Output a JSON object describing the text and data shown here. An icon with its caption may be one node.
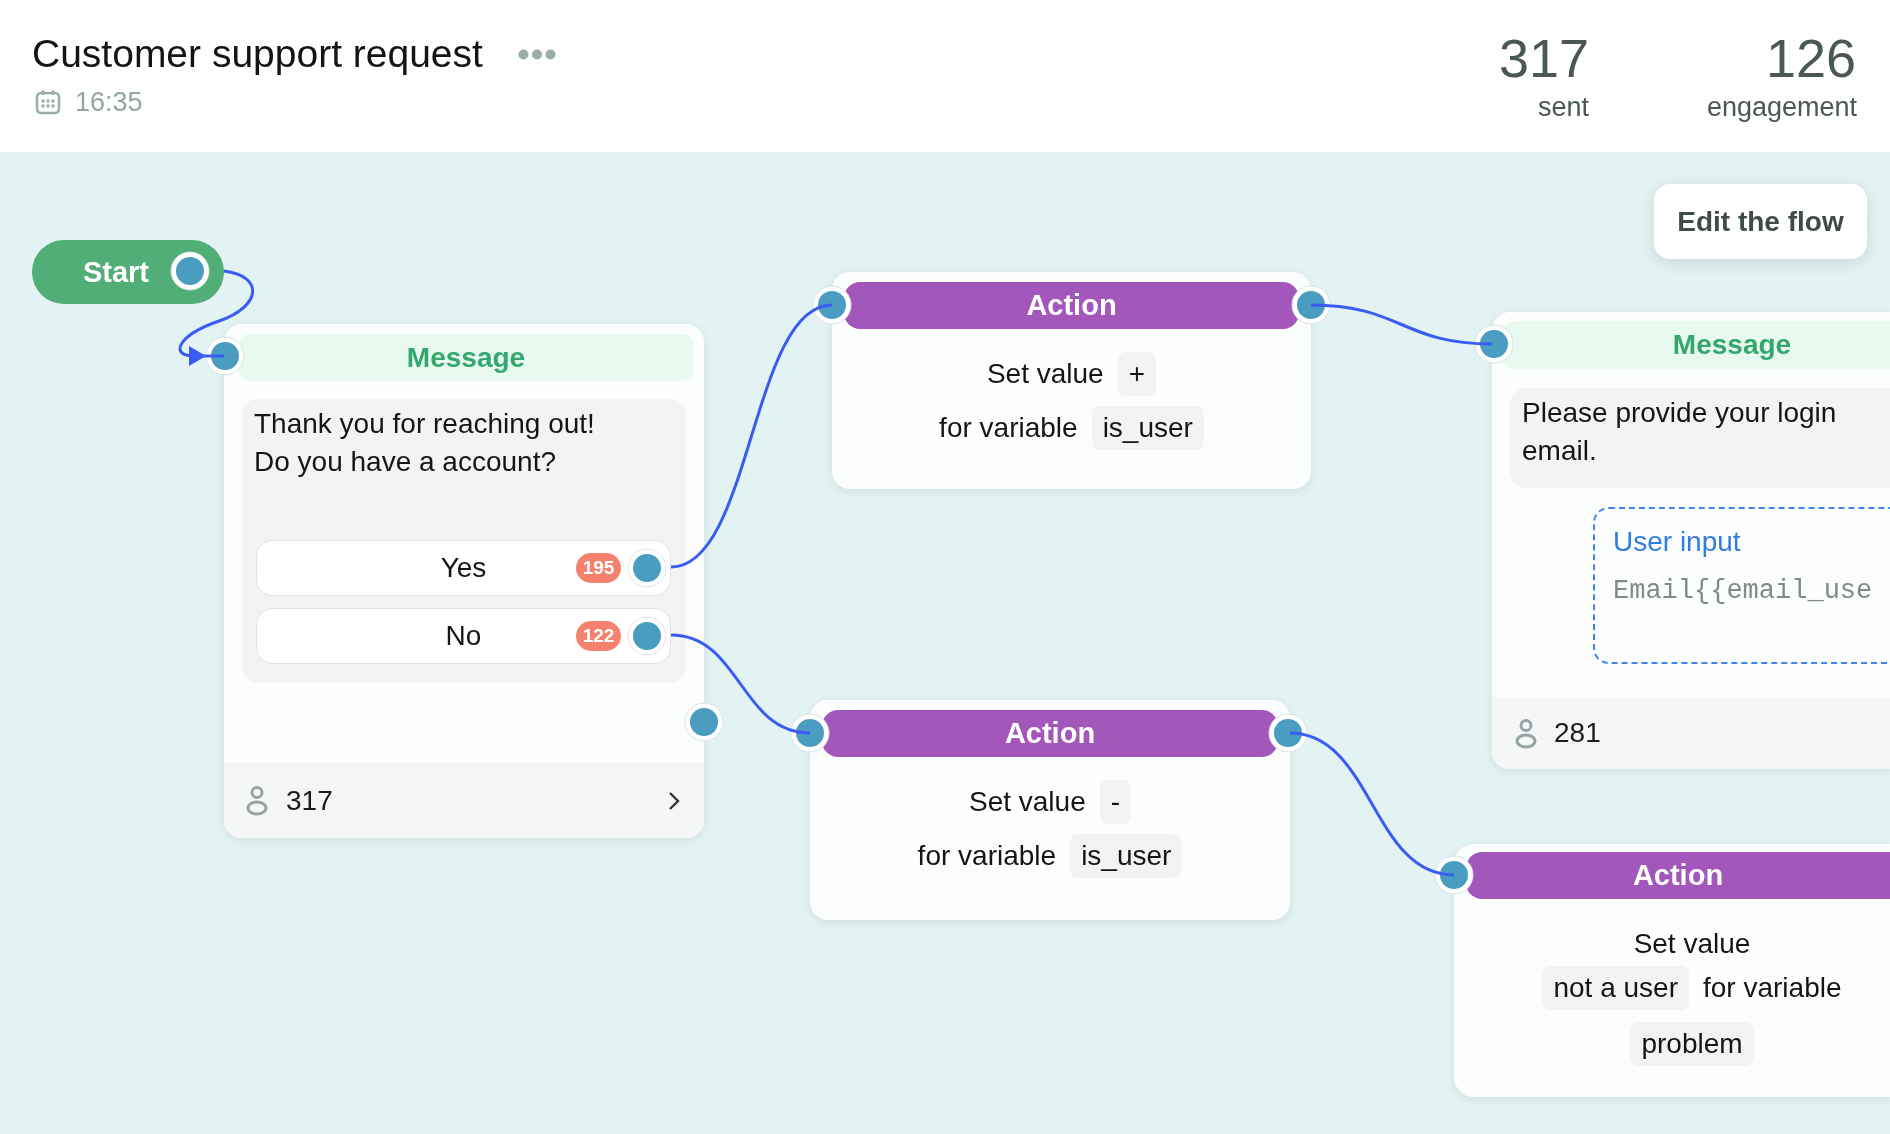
{
  "diagram": {
    "title": "Customer support request",
    "nodes": [
      {
        "text": [
          "Start"
        ]
      },
      {
        "text": [
          "Message",
          "317"
        ]
      },
      {
        "text": [
          "Thank you for reaching out! Do you have a account?"
        ],
        "in": 1
      },
      {
        "text": [
          "Yes",
          "195"
        ],
        "in": 2
      },
      {
        "text": [
          "No",
          "122"
        ],
        "in": 2
      },
      {
        "text": [
          "Action",
          "Set value",
          "+",
          "for variable",
          "is_user"
        ]
      },
      {
        "text": [
          "Action",
          "Set value",
          "-",
          "for variable",
          "is_user"
        ]
      },
      {
        "text": [
          "Message",
          "281"
        ]
      },
      {
        "text": [
          "Please provide your login email."
        ],
        "in": 7
      },
      {
        "text": [
          "User input",
          "Email{{email_use"
        ],
        "in": 7
      },
      {
        "text": [
          "Action",
          "Set value",
          "not a user",
          "for variable",
          "problem"
        ]
      }
    ],
    "edges": [
      {
        "from": 0,
        "to": 1,
        "arrow": "to"
      },
      {
        "from": 3,
        "to": 5,
        "arrow": "none"
      },
      {
        "from": 4,
        "to": 6,
        "arrow": "none"
      },
      {
        "from": 5,
        "to": 7,
        "arrow": "none"
      },
      {
        "from": 6,
        "to": 10,
        "arrow": "none"
      }
    ],
    "labels": [
      "16:35",
      "317",
      "sent",
      "126",
      "engagement",
      "Edit the flow"
    ]
  }
}
